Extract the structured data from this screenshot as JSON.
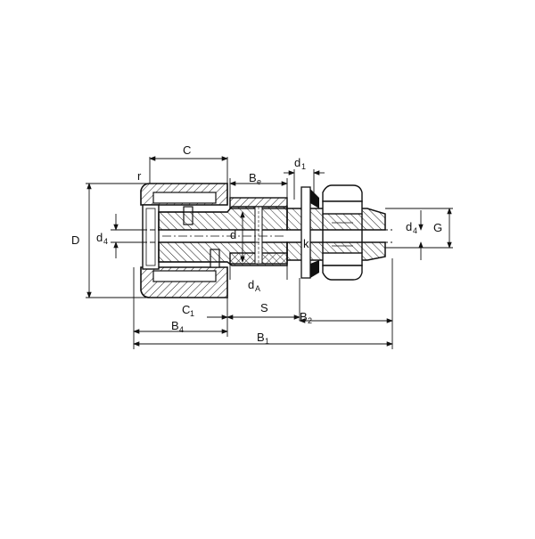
{
  "diagram": {
    "labels": {
      "C": "C",
      "r": "r",
      "Be": "B",
      "Be_sub": "e",
      "d1": "d",
      "d1_sub": "1",
      "D": "D",
      "d4_left": "d",
      "d4_left_sub": "4",
      "d": "d",
      "d4_right": "d",
      "d4_right_sub": "4",
      "G": "G",
      "k": "k",
      "dA": "d",
      "dA_sub": "A",
      "C1": "C",
      "C1_sub": "1",
      "S": "S",
      "B2": "B",
      "B2_sub": "2",
      "B4": "B",
      "B4_sub": "4",
      "B1": "B",
      "B1_sub": "1"
    }
  }
}
